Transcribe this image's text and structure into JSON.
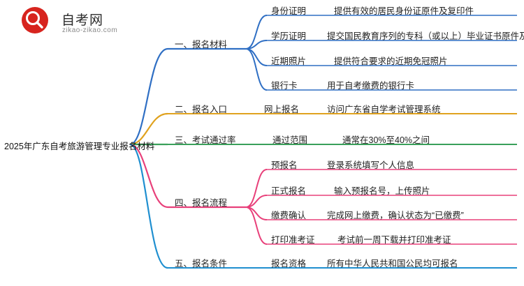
{
  "brand": {
    "name": "自考网",
    "domain": "zikao-zikao.com",
    "logo_icon": "magnifier-circle-logo",
    "logo_color": "#d7241e"
  },
  "root": {
    "label": "2025年广东自考旅游管理专业报名材料"
  },
  "colors": {
    "branch1": "#2f6fc4",
    "branch2": "#2f6fc4",
    "branch3": "#3aa05a",
    "branch4": "#e8407a",
    "branch5": "#1f8fd0",
    "branch2_line": "#e0a21e",
    "text": "#222222"
  },
  "branches": [
    {
      "label": "一、报名材料",
      "color": "#2f6fc4",
      "children": [
        {
          "label": "身份证明",
          "detail": "提供有效的居民身份证原件及复印件"
        },
        {
          "label": "学历证明",
          "detail": "提交国民教育序列的专科（或以上）毕业证书原件及复印件"
        },
        {
          "label": "近期照片",
          "detail": "提供符合要求的近期免冠照片"
        },
        {
          "label": "银行卡",
          "detail": "用于自考缴费的银行卡"
        }
      ]
    },
    {
      "label": "二、报名入口",
      "color": "#e0a21e",
      "children": [
        {
          "label": "网上报名",
          "detail": "访问广东省自学考试管理系统"
        }
      ]
    },
    {
      "label": "三、考试通过率",
      "color": "#3aa05a",
      "children": [
        {
          "label": "通过范围",
          "detail": "通常在30%至40%之间"
        }
      ]
    },
    {
      "label": "四、报名流程",
      "color": "#e8407a",
      "children": [
        {
          "label": "预报名",
          "detail": "登录系统填写个人信息"
        },
        {
          "label": "正式报名",
          "detail": "输入预报名号，上传照片"
        },
        {
          "label": "缴费确认",
          "detail": "完成网上缴费，确认状态为“已缴费”"
        },
        {
          "label": "打印准考证",
          "detail": "考试前一周下载并打印准考证"
        }
      ]
    },
    {
      "label": "五、报名条件",
      "color": "#1f8fd0",
      "children": [
        {
          "label": "报名资格",
          "detail": "所有中华人民共和国公民均可报名"
        }
      ]
    }
  ]
}
